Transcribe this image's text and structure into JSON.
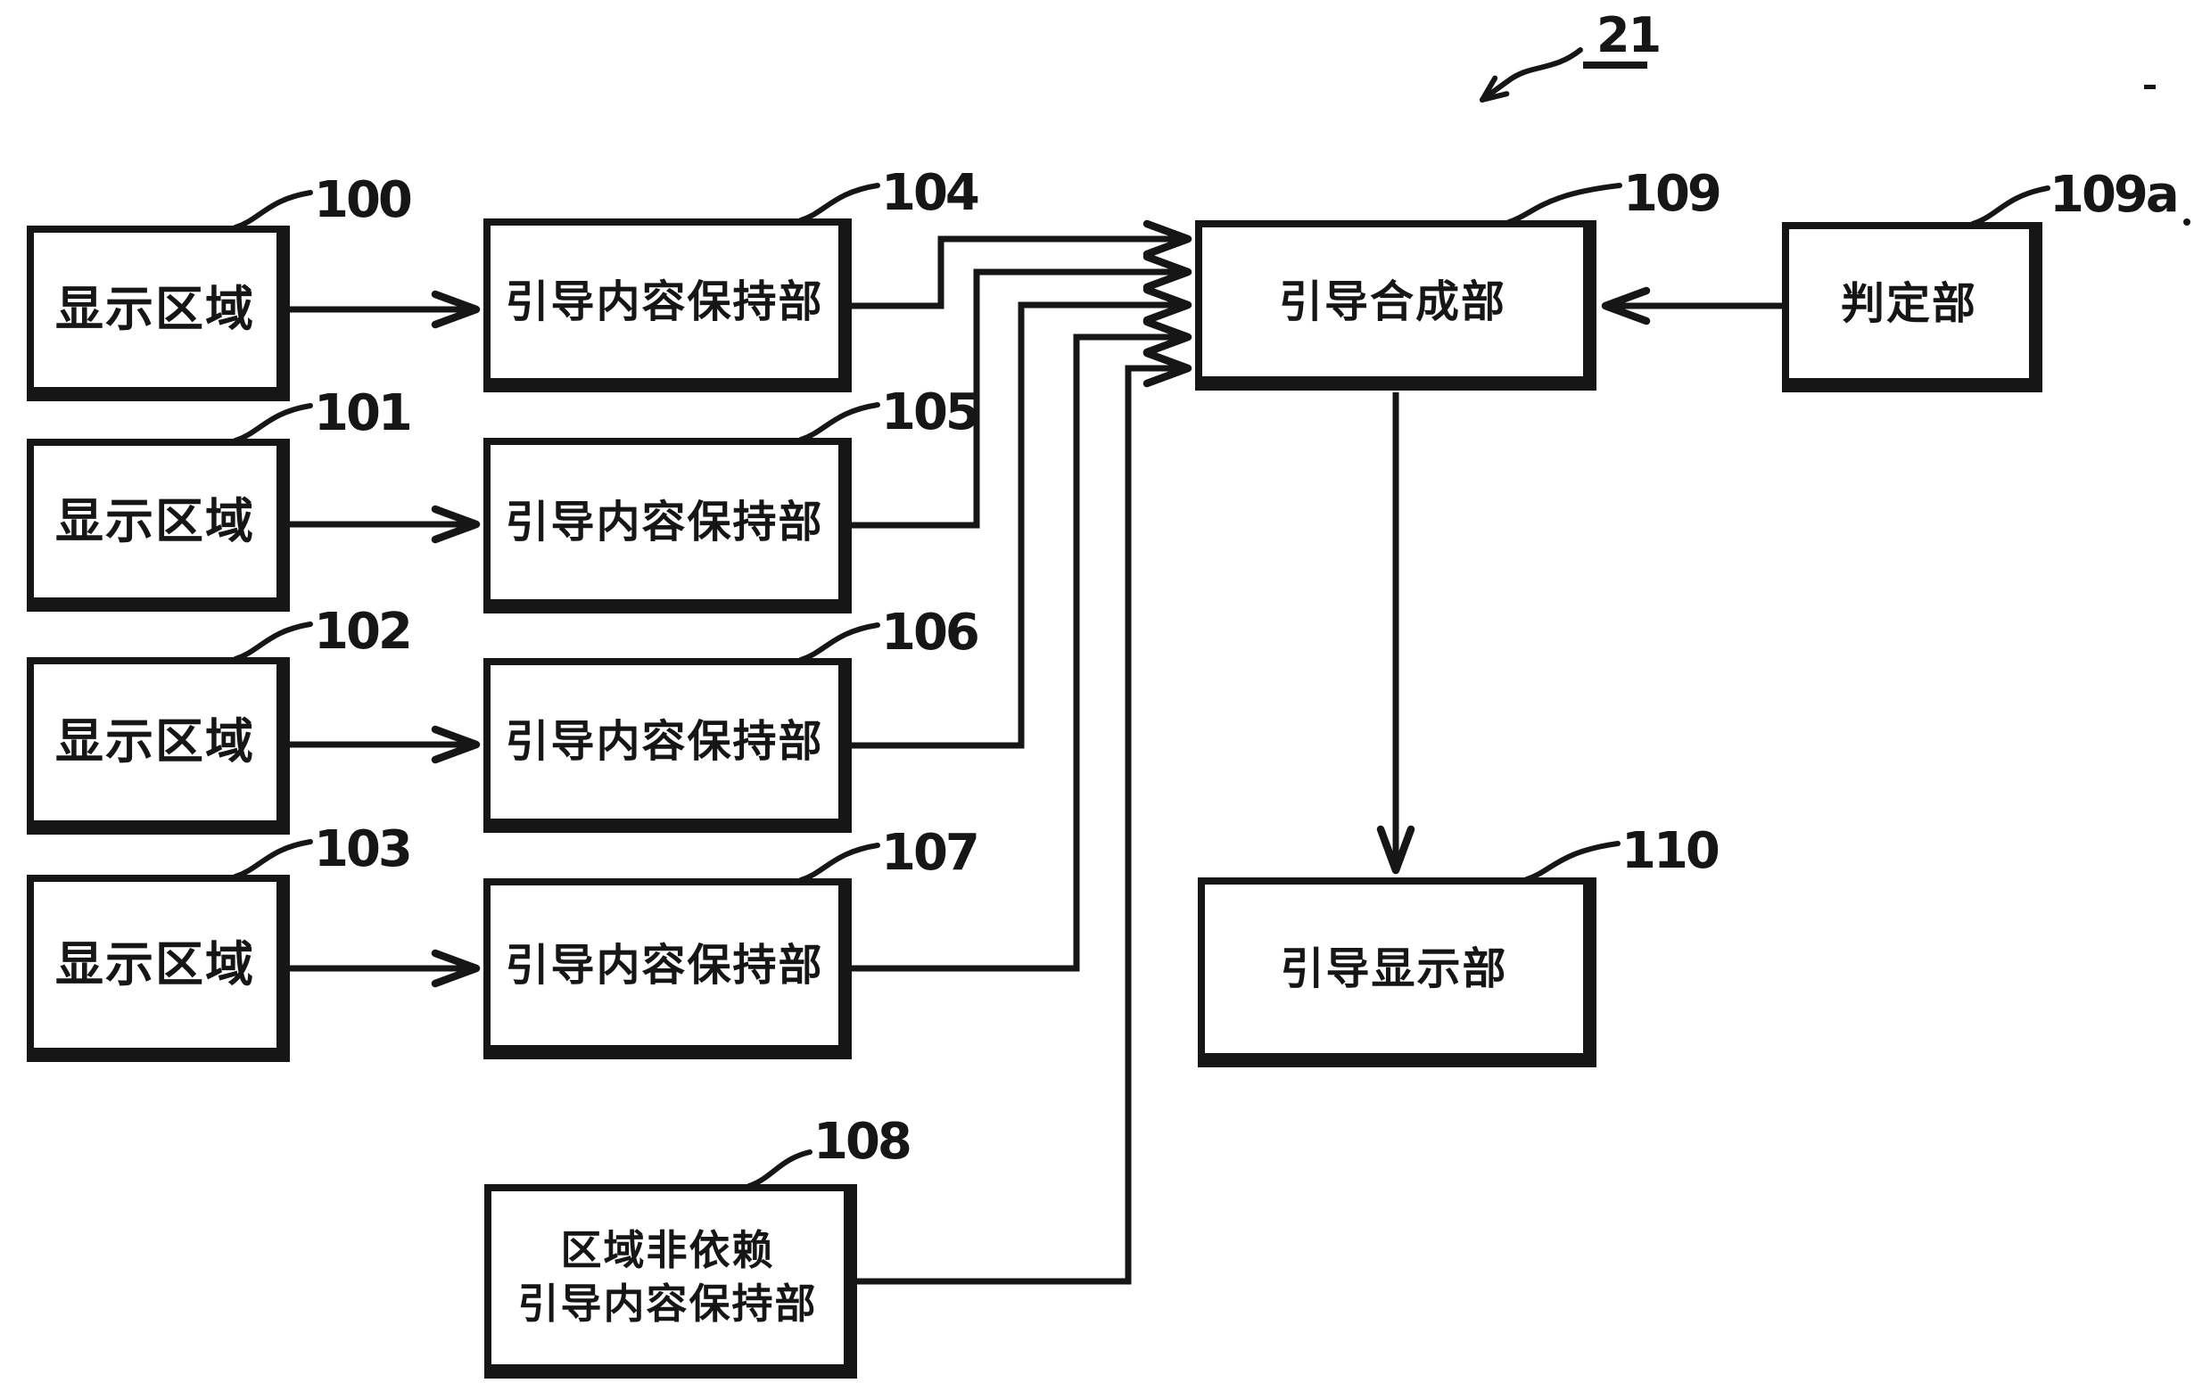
{
  "figure": {
    "number": "21"
  },
  "boxes": [
    {
      "id": "100",
      "label": "显示区域"
    },
    {
      "id": "101",
      "label": "显示区域"
    },
    {
      "id": "102",
      "label": "显示区域"
    },
    {
      "id": "103",
      "label": "显示区域"
    },
    {
      "id": "104",
      "label": "引导内容保持部"
    },
    {
      "id": "105",
      "label": "引导内容保持部"
    },
    {
      "id": "106",
      "label": "引导内容保持部"
    },
    {
      "id": "107",
      "label": "引导内容保持部"
    },
    {
      "id": "108",
      "label_line1": "区域非依赖",
      "label_line2": "引导内容保持部"
    },
    {
      "id": "109",
      "label": "引导合成部"
    },
    {
      "id": "109a",
      "label": "判定部"
    },
    {
      "id": "110",
      "label": "引导显示部"
    }
  ],
  "colors": {
    "ink": "#161616",
    "paper": "#ffffff"
  }
}
